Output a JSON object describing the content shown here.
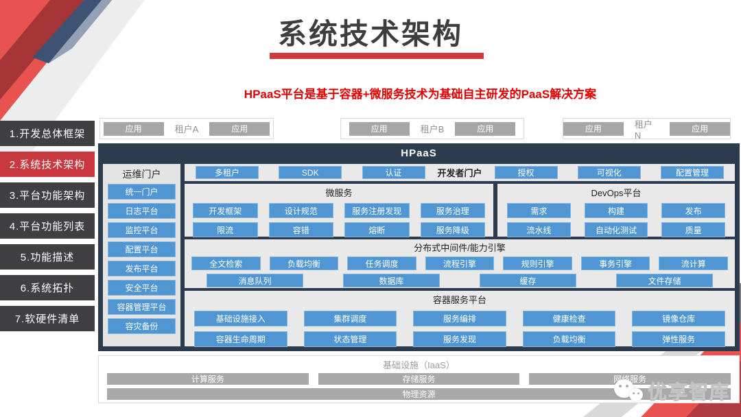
{
  "page": {
    "title": "系统技术架构",
    "subtitle": "HPaaS平台是基于容器+微服务技术为基础自主研发的PaaS解决方案"
  },
  "sidebar": {
    "items": [
      {
        "label": "1.开发总体框架",
        "active": false
      },
      {
        "label": "2.系统技术架构",
        "active": true
      },
      {
        "label": "3.平台功能架构",
        "active": false
      },
      {
        "label": "4.平台功能列表",
        "active": false
      },
      {
        "label": "5.功能描述",
        "active": false
      },
      {
        "label": "6.系统拓扑",
        "active": false
      },
      {
        "label": "7.软硬件清单",
        "active": false
      }
    ]
  },
  "tenants": [
    {
      "label": "租户A",
      "apps": [
        "应用",
        "应用"
      ]
    },
    {
      "label": "租户B",
      "apps": [
        "应用",
        "应用"
      ]
    },
    {
      "label": "租户N",
      "apps": [
        "应用",
        "应用"
      ]
    }
  ],
  "hpaas": {
    "title": "HPaaS",
    "ops_portal": {
      "title": "运维门户",
      "items": [
        "统一门户",
        "日志平台",
        "监控平台",
        "配置平台",
        "发布平台",
        "安全平台",
        "容器管理平台",
        "容灾备份"
      ]
    },
    "dev_portal": {
      "label": "开发者门户",
      "left_items": [
        "多租户",
        "SDK",
        "认证"
      ],
      "right_items": [
        "授权",
        "可视化",
        "配置管理"
      ]
    },
    "microservices": {
      "title": "微服务",
      "rows": [
        [
          "开发框架",
          "设计规范",
          "服务注册发现",
          "服务治理"
        ],
        [
          "限流",
          "容错",
          "熔断",
          "服务降级"
        ]
      ]
    },
    "devops": {
      "title": "DevOps平台",
      "rows": [
        [
          "需求",
          "构建",
          "发布"
        ],
        [
          "流水线",
          "自动化测试",
          "质量"
        ]
      ]
    },
    "middleware": {
      "title": "分布式中间件/能力引擎",
      "rows": [
        [
          "全文检索",
          "负载均衡",
          "任务调度",
          "流程引擎",
          "规则引擎",
          "事务引擎",
          "流计算"
        ],
        [
          "消息队列",
          "数据库",
          "缓存",
          "文件存储"
        ]
      ]
    },
    "container_platform": {
      "title": "容器服务平台",
      "rows": [
        [
          "基础设施接入",
          "集群调度",
          "服务编排",
          "健康检查",
          "镜像仓库"
        ],
        [
          "容器生命周期",
          "状态管理",
          "服务发现",
          "负载均衡",
          "弹性服务"
        ]
      ]
    }
  },
  "iaas": {
    "title": "基础设施（IaaS）",
    "services": [
      "计算服务",
      "存储服务",
      "网络服务"
    ],
    "bottom": "物理资源"
  },
  "watermark": {
    "text": "优享智库",
    "icon": "wechat-icon"
  },
  "colors": {
    "accent_red": "#cf3a3e",
    "subtitle_red": "#e00000",
    "button_blue": "#4f96d2",
    "navy": "#2c3b4e",
    "gray_button": "#a9a9a9",
    "sidebar_dark": "#404043",
    "sidebar_active": "#c9383e"
  }
}
